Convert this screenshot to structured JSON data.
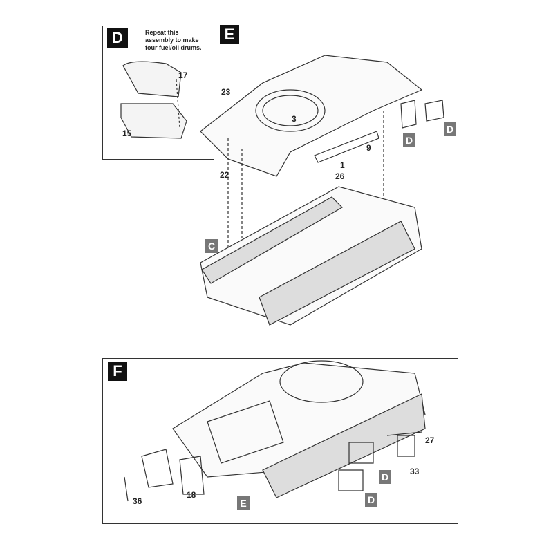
{
  "step_d": {
    "label": "D",
    "note": "Repeat this assembly to make four fuel/oil drums.",
    "parts": [
      "17",
      "15"
    ]
  },
  "step_e": {
    "label": "E",
    "parts": [
      "23",
      "3",
      "9",
      "1",
      "22",
      "26"
    ],
    "refs": [
      "D",
      "D",
      "C"
    ]
  },
  "step_f": {
    "label": "F",
    "parts": [
      "27",
      "33",
      "36",
      "18"
    ],
    "refs": [
      "D",
      "D",
      "E"
    ]
  }
}
